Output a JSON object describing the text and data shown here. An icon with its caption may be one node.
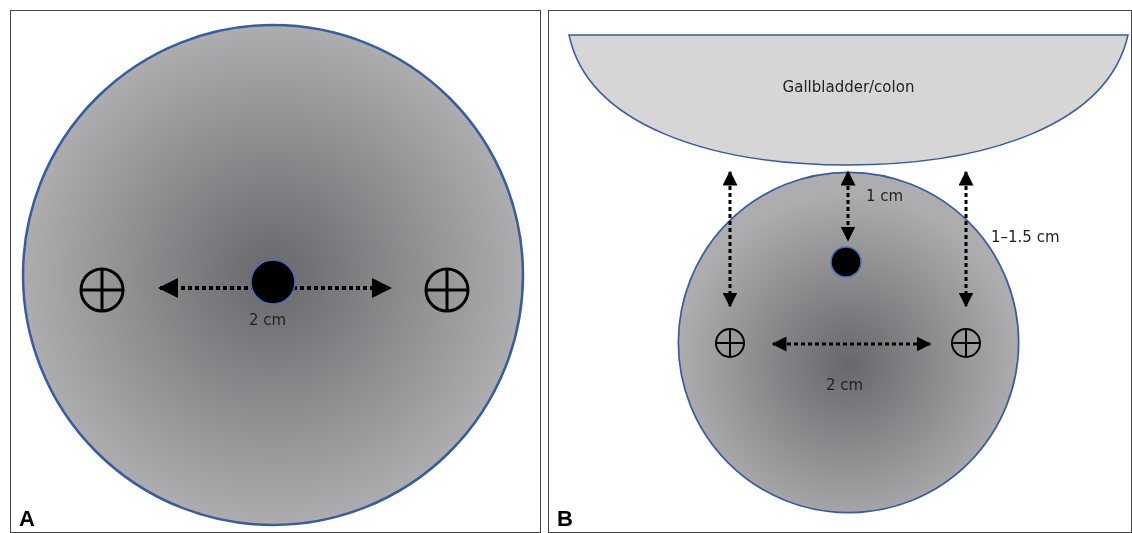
{
  "diagram": {
    "nodes": [
      {
        "text": [
          "A"
        ]
      },
      {
        "text": [],
        "shape": "circle",
        "in": 0
      },
      {
        "text": [
          "B"
        ]
      },
      {
        "text": [
          "Gallbladder/colon"
        ],
        "in": 2
      },
      {
        "text": [],
        "shape": "circle",
        "in": 2
      }
    ],
    "edges": [
      {
        "from": 3,
        "to": 4,
        "arrow": "both",
        "style": "dashed"
      },
      {
        "from": 3,
        "to": 4,
        "arrow": "both",
        "style": "dashed"
      },
      {
        "from": 3,
        "to": 4,
        "arrow": "both",
        "style": "dashed"
      }
    ],
    "labels": [
      "2 cm",
      "1 cm",
      "1–1.5 cm",
      "2 cm"
    ]
  }
}
